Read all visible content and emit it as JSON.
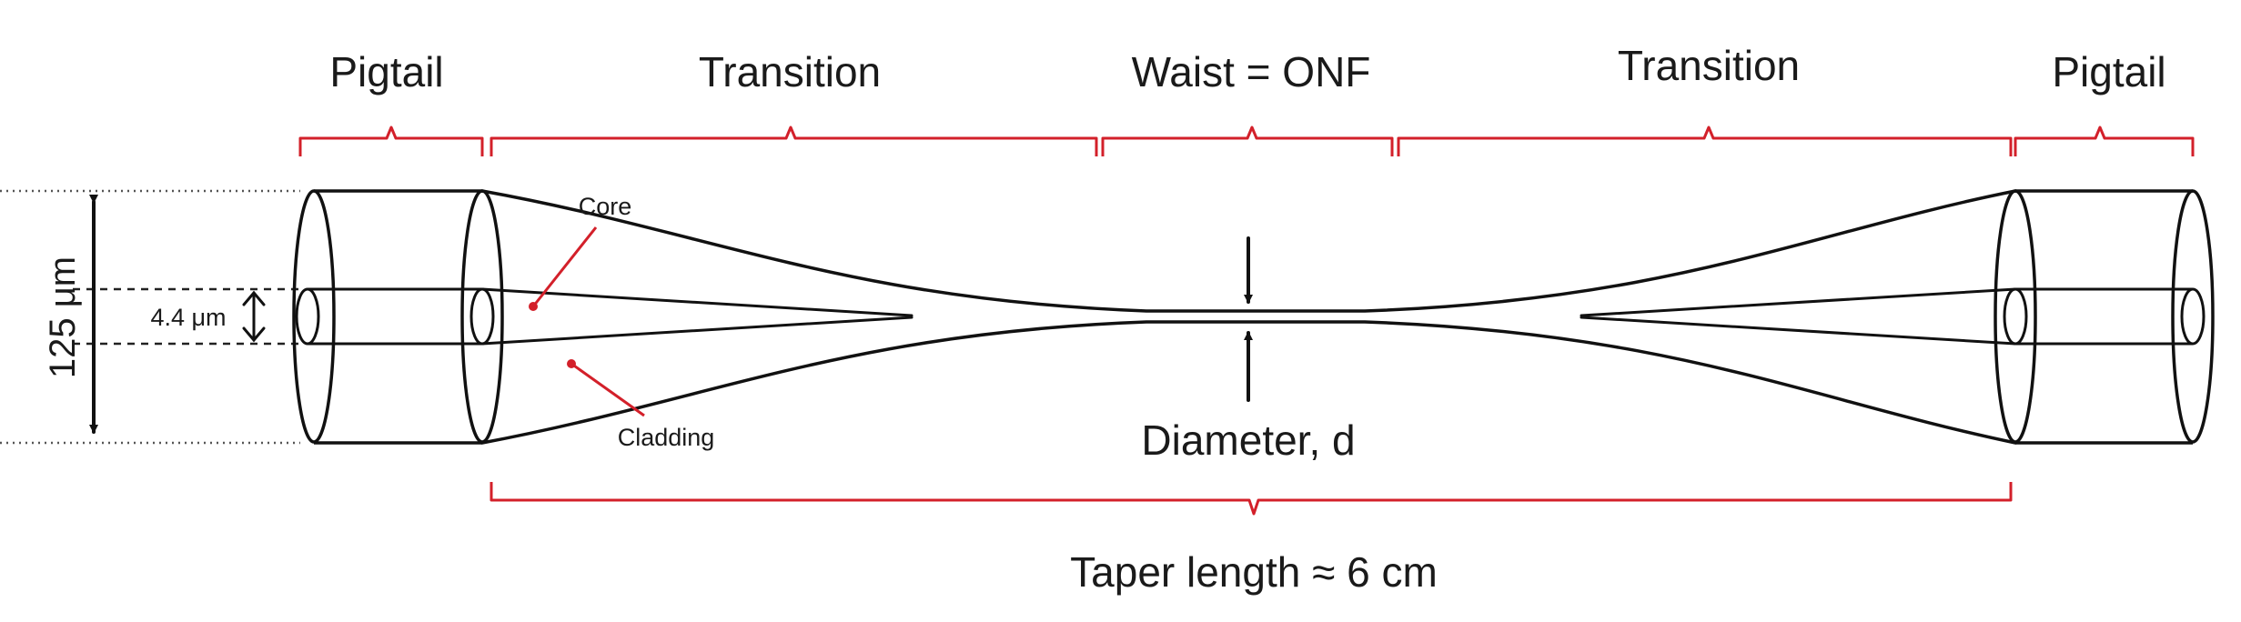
{
  "section_labels": {
    "pigtail_left": "Pigtail",
    "transition_left": "Transition",
    "waist": "Waist = ONF",
    "transition_right": "Transition",
    "pigtail_right": "Pigtail"
  },
  "part_labels": {
    "core": "Core",
    "cladding": "Cladding"
  },
  "dimensions": {
    "cladding_diameter": "125 μm",
    "core_diameter": "4.4 μm",
    "waist_diameter": "Diameter, d",
    "taper_length": "Taper length ≈ 6 cm"
  },
  "colors": {
    "brace": "#d3202a",
    "ink": "#111111"
  }
}
